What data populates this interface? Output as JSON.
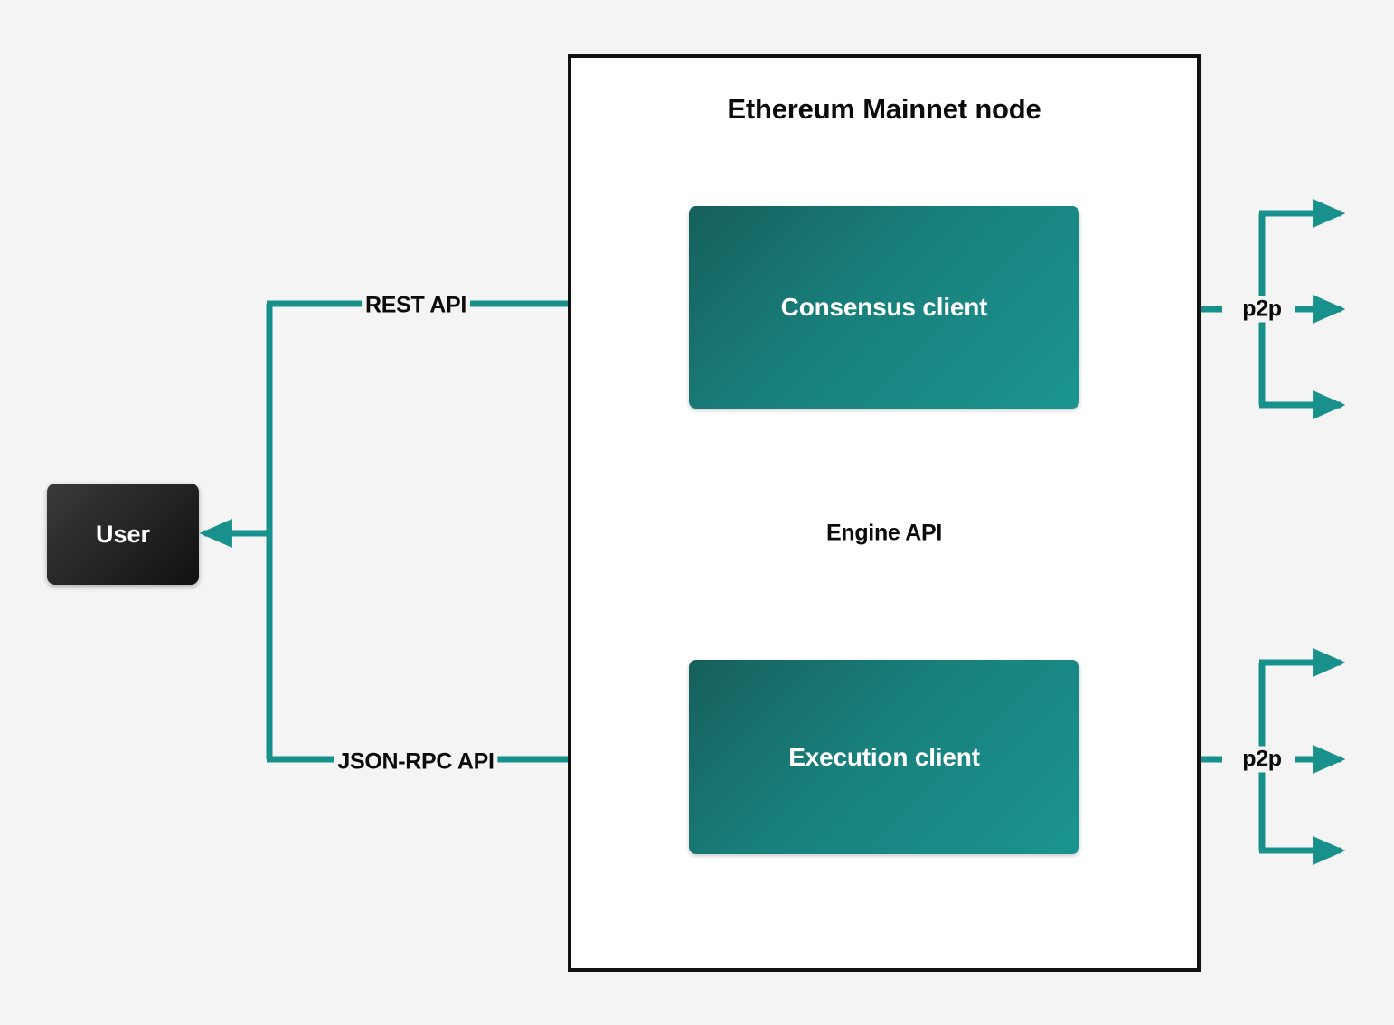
{
  "diagram": {
    "title": "Ethereum Mainnet node",
    "background_color": "#f4f4f4",
    "frame_border_color": "#111111",
    "accent_color": "#18918c",
    "node_fill_gradient": [
      "#165f5c",
      "#1a9490"
    ],
    "user_fill_gradient": [
      "#3a3a3a",
      "#111111"
    ],
    "nodes": [
      {
        "id": "user",
        "label": "User",
        "kind": "actor"
      },
      {
        "id": "consensus",
        "label": "Consensus client",
        "kind": "client"
      },
      {
        "id": "execution",
        "label": "Execution client",
        "kind": "client"
      }
    ],
    "edges": [
      {
        "id": "rest-api",
        "label": "REST API",
        "from": "user",
        "to": "consensus",
        "style": "solid",
        "direction": "right"
      },
      {
        "id": "json-rpc-api",
        "label": "JSON-RPC API",
        "from": "user",
        "to": "execution",
        "style": "solid",
        "direction": "right"
      },
      {
        "id": "engine-api",
        "label": "Engine API",
        "from": "consensus",
        "to": "execution",
        "style": "solid-down-and-dashed-up",
        "direction": "bidirectional"
      },
      {
        "id": "p2p-consensus",
        "label": "p2p",
        "from": "consensus",
        "to": "peers",
        "style": "solid",
        "direction": "bidirectional"
      },
      {
        "id": "p2p-execution",
        "label": "p2p",
        "from": "execution",
        "to": "peers",
        "style": "solid",
        "direction": "bidirectional"
      }
    ]
  }
}
